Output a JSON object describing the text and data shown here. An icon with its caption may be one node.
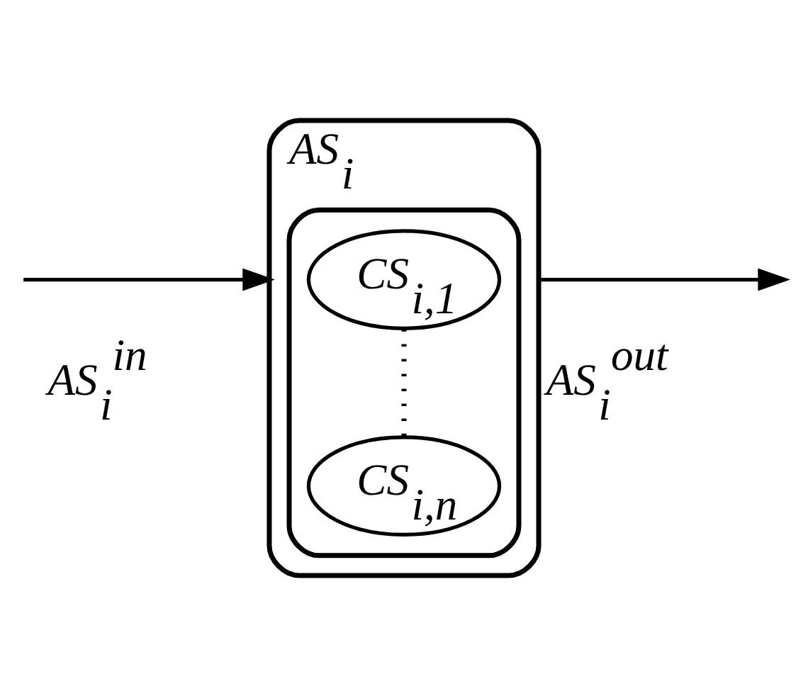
{
  "diagram": {
    "nodes": [
      {
        "text": [
          "AS$_{i}$"
        ]
      },
      {
        "text": [],
        "shape": "box",
        "in": 0
      },
      {
        "text": [
          "CS$_{i,1}$"
        ],
        "in": 1
      },
      {
        "text": [
          "CS$_{i,n}$"
        ],
        "in": 1
      }
    ],
    "edges": [
      {
        "from": null,
        "to": 0,
        "arrow": "to",
        "label": "AS$_{i}$$^{in}$"
      },
      {
        "from": 0,
        "to": null,
        "arrow": "to",
        "label": "AS$_{i}$$^{out}$"
      },
      {
        "from": 2,
        "to": 3,
        "arrow": "none",
        "style": "dashed"
      }
    ]
  }
}
